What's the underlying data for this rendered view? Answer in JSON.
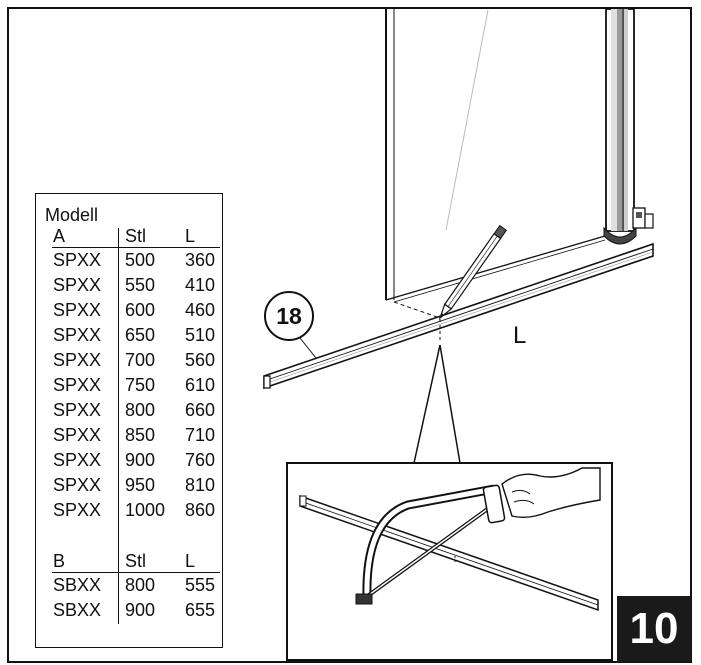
{
  "table": {
    "title": "Modell",
    "group_a": {
      "headers": [
        "A",
        "Stl",
        "L"
      ],
      "rows": [
        [
          "SPXX",
          "500",
          "360"
        ],
        [
          "SPXX",
          "550",
          "410"
        ],
        [
          "SPXX",
          "600",
          "460"
        ],
        [
          "SPXX",
          "650",
          "510"
        ],
        [
          "SPXX",
          "700",
          "560"
        ],
        [
          "SPXX",
          "750",
          "610"
        ],
        [
          "SPXX",
          "800",
          "660"
        ],
        [
          "SPXX",
          "850",
          "710"
        ],
        [
          "SPXX",
          "900",
          "760"
        ],
        [
          "SPXX",
          "950",
          "810"
        ],
        [
          "SPXX",
          "1000",
          "860"
        ]
      ]
    },
    "group_b": {
      "headers": [
        "B",
        "Stl",
        "L"
      ],
      "rows": [
        [
          "SBXX",
          "800",
          "555"
        ],
        [
          "SBXX",
          "900",
          "655"
        ]
      ]
    }
  },
  "callout": "18",
  "length_label": "L",
  "step": "10"
}
